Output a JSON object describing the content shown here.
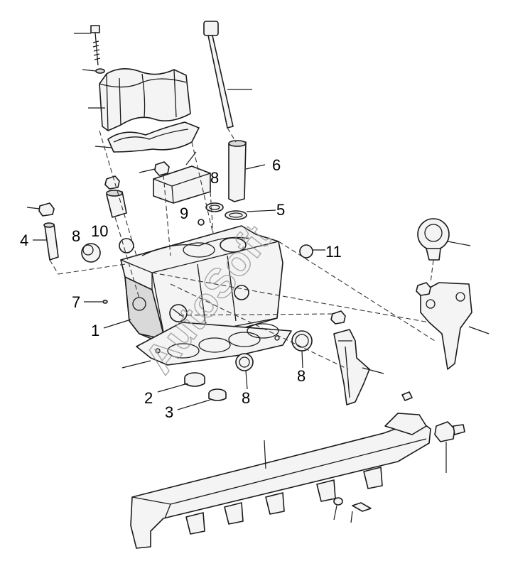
{
  "callouts": [
    {
      "id": "c1",
      "text": "1"
    },
    {
      "id": "c2",
      "text": "2"
    },
    {
      "id": "c3",
      "text": "3"
    },
    {
      "id": "c4",
      "text": "4"
    },
    {
      "id": "c5",
      "text": "5"
    },
    {
      "id": "c6",
      "text": "6"
    },
    {
      "id": "c7",
      "text": "7"
    },
    {
      "id": "c8a",
      "text": "8"
    },
    {
      "id": "c8b",
      "text": "8"
    },
    {
      "id": "c8c",
      "text": "8"
    },
    {
      "id": "c8d",
      "text": "8"
    },
    {
      "id": "c9",
      "text": "9"
    },
    {
      "id": "c10",
      "text": "10"
    },
    {
      "id": "c11",
      "text": "11"
    }
  ],
  "watermark": {
    "text": "AutoSoft"
  }
}
